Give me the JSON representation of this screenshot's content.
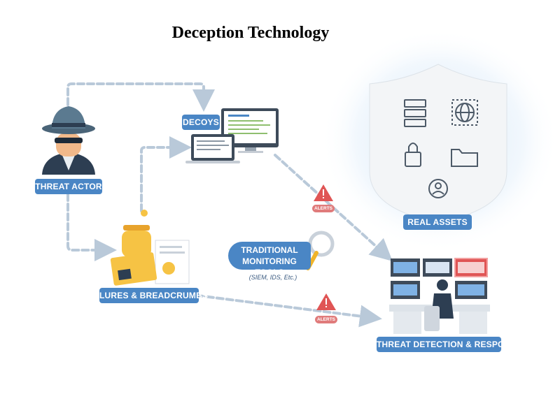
{
  "title": "Deception Technology",
  "labels": {
    "threat_actor": "THREAT ACTOR",
    "decoys": "DECOYS",
    "real_assets": "REAL ASSETS",
    "lures": "LURES & BREADCRUMBS",
    "monitoring_line1": "TRADITIONAL",
    "monitoring_line2": "MONITORING TOOLS",
    "monitoring_sub": "(SIEM, IDS, Etc.)",
    "detection": "THREAT DETECTION & RESPONSE",
    "alert1": "ALERTS",
    "alert2": "ALERTS"
  },
  "icons": [
    "hacker-icon",
    "monitor-icon",
    "laptop-icon",
    "server-icon",
    "globe-network-icon",
    "padlock-icon",
    "folder-icon",
    "user-icon",
    "honey-jar-icon",
    "credit-card-icon",
    "document-icon",
    "magnifier-icon",
    "alert-icon",
    "operator-console-icon"
  ],
  "colors": {
    "accent": "#4a86c5",
    "alert": "#e05555",
    "arrow": "#b9c9d9",
    "shield": "#f3f5f7"
  }
}
